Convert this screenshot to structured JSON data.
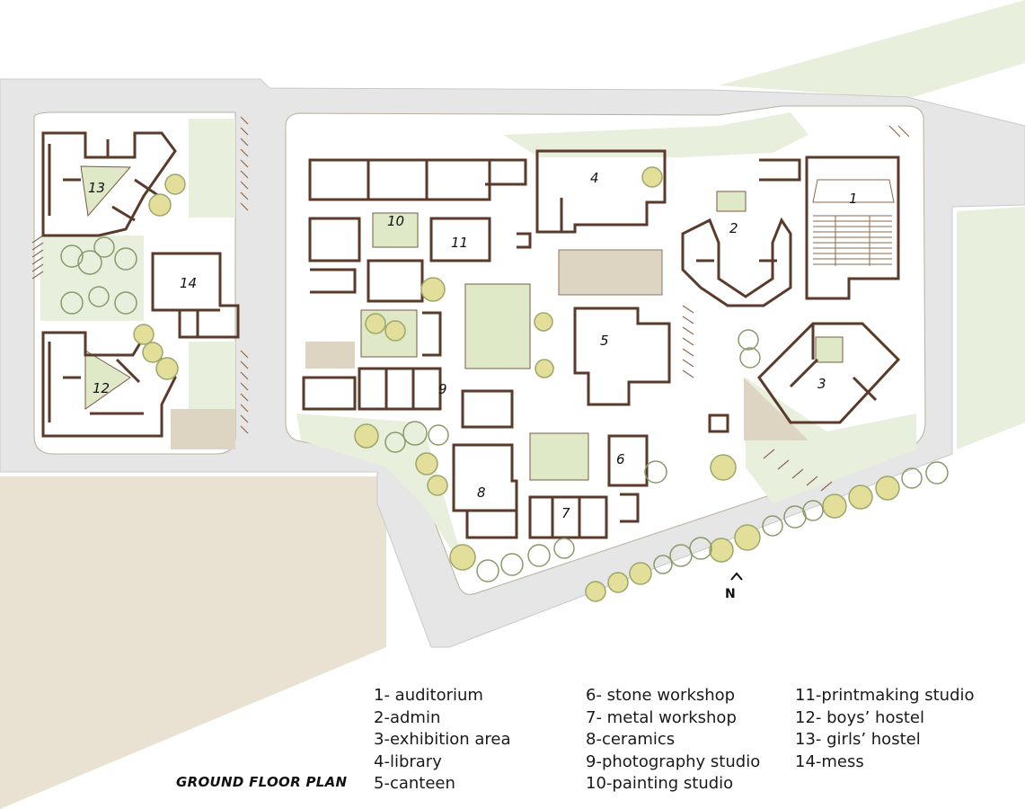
{
  "plan_title": "GROUND FLOOR PLAN",
  "north_label": "N",
  "room_numbers": {
    "r1": "1",
    "r2": "2",
    "r3": "3",
    "r4": "4",
    "r5": "5",
    "r6": "6",
    "r7": "7",
    "r8": "8",
    "r9": "9",
    "r10": "10",
    "r11": "11",
    "r12": "12",
    "r13": "13",
    "r14": "14"
  },
  "legend": {
    "col1": [
      "1- auditorium",
      "2-admin",
      "3-exhibition area",
      "4-library",
      "5-canteen"
    ],
    "col2": [
      "6- stone workshop",
      "7- metal workshop",
      "8-ceramics",
      "9-photography studio",
      "10-painting studio"
    ],
    "col3": [
      "11-printmaking studio",
      "12- boys’ hostel",
      "13- girls’ hostel",
      "14-mess"
    ]
  },
  "colors": {
    "ground": "#e9e2d3",
    "road": "#e6e6e6",
    "lawn": "#e8efdc",
    "courtyard": "#dfe9c8",
    "wall": "#5a3a2a",
    "tree": "#e3de9a",
    "tree_outline": "#9aa86a",
    "paved": "#ddd4c2"
  }
}
